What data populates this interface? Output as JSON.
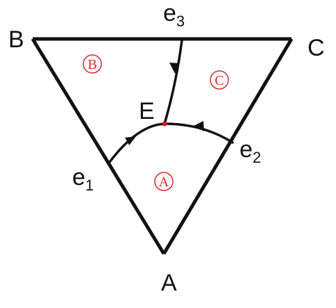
{
  "vertices": {
    "A": "A",
    "B": "B",
    "C": "C"
  },
  "points": {
    "E": "E",
    "e1": {
      "base": "e",
      "sub": "1"
    },
    "e2": {
      "base": "e",
      "sub": "2"
    },
    "e3": {
      "base": "e",
      "sub": "3"
    }
  },
  "regions": {
    "A": "A",
    "B": "B",
    "C": "C"
  },
  "colors": {
    "line": "#111111",
    "region": "#d12a2a",
    "eutectic_point": "#e01010"
  }
}
